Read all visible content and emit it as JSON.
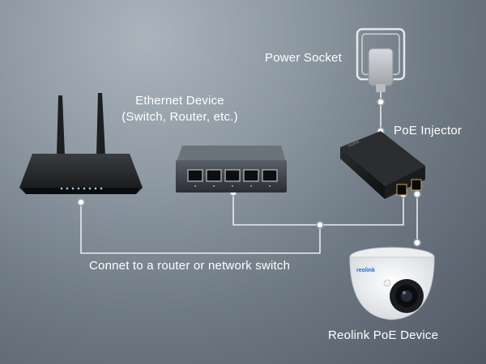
{
  "labels": {
    "power_socket": "Power Socket",
    "ethernet_device_line1": "Ethernet Device",
    "ethernet_device_line2": "(Switch, Router, etc.)",
    "poe_injector": "PoE Injector",
    "connect_note": "Connet to a router or network switch",
    "reolink_device": "Reolink PoE Device"
  },
  "device_text": {
    "camera_brand": "reolink",
    "injector_brand": "reolink"
  },
  "colors": {
    "connector_line": "#e9ecef",
    "label_text": "#ffffff"
  }
}
